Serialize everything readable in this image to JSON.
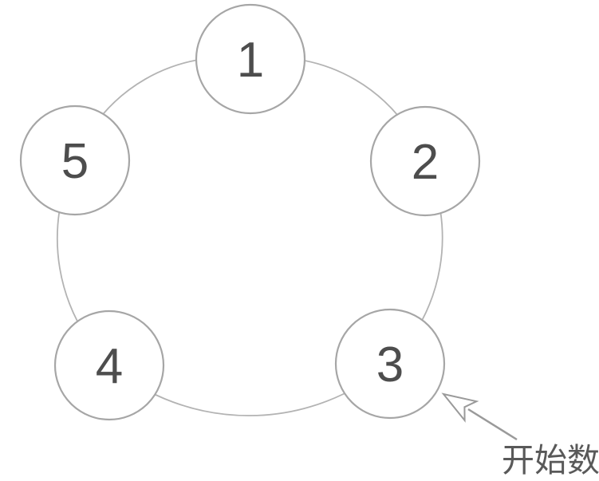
{
  "figure": {
    "type": "cycle-diagram",
    "description_of_pixels": "Five numbered circles arranged in a ring joined by curved connector arcs; an open-headed arrow points at node 3 from a Chinese caption",
    "nodes": [
      {
        "label": "1"
      },
      {
        "label": "2"
      },
      {
        "label": "3"
      },
      {
        "label": "4"
      },
      {
        "label": "5"
      }
    ],
    "annotation": {
      "label": "开始数",
      "points_to_node": "3"
    },
    "colors": {
      "background": "#ffffff",
      "node_fill": "#ffffff",
      "node_stroke": "#a6a6a6",
      "ring_stroke": "#b3b3b3",
      "node_label_text": "#4d4d4d",
      "arrow": "#9a9a9a",
      "annotation_text": "#595959"
    }
  }
}
